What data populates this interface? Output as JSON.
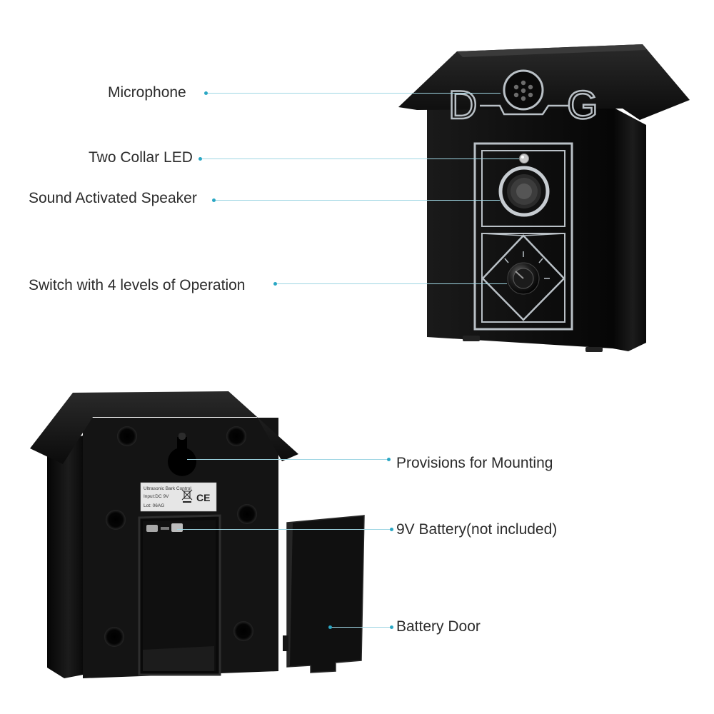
{
  "callouts": {
    "microphone": "Microphone",
    "collar_led": "Two Collar LED",
    "speaker": "Sound Activated Speaker",
    "switch": "Switch with 4 levels of Operation",
    "mounting": "Provisions for Mounting",
    "battery": "9V Battery(not included)",
    "battery_door": "Battery Door"
  },
  "front_panel": {
    "logo_left": "D",
    "logo_right": "G"
  },
  "back_label": {
    "line1": "Ultrasonic Bark Control",
    "line2": "Input:DC 9V",
    "line3": "Lot: 06AG",
    "ce_mark": "CE"
  },
  "colors": {
    "device_body": "#0d0d0d",
    "panel_trim": "#b9c0c6",
    "leader_line": "#9fd6e3",
    "leader_dot": "#2aa7c4",
    "label_text": "#2b2b2b"
  }
}
